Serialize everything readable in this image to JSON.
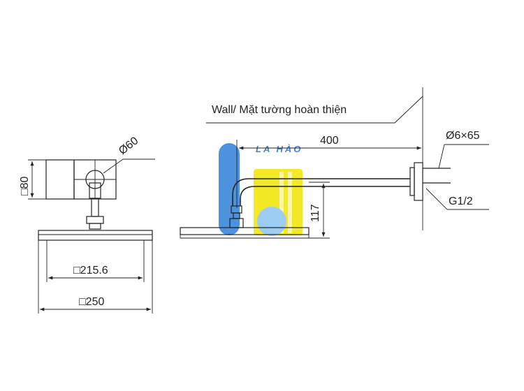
{
  "labels": {
    "wall": "Wall/ Mặt tường hoàn thiện",
    "arm_length": "400",
    "screw": "Ø6×65",
    "thread": "G1/2",
    "drop": "117",
    "flange_dia": "Ø60",
    "flange_square": "□80",
    "inner_square": "□215.6",
    "outer_square": "□250"
  },
  "watermark": {
    "text": "LA HÀO",
    "color_blue": "#2f7fd8",
    "color_yellow": "#f2e600",
    "color_light_blue": "#8ec5f3",
    "color_text": "#1e6fd6"
  }
}
